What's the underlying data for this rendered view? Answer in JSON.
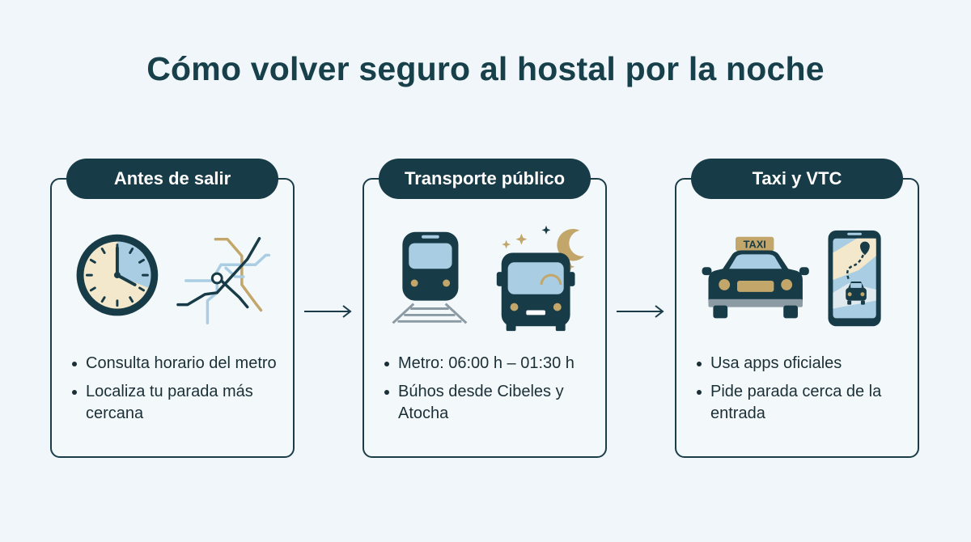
{
  "title": "Cómo volver seguro al hostal por la noche",
  "steps": [
    {
      "label": "Antes de salir",
      "bullets": [
        "Consulta horario del metro",
        "Localiza tu parada más cercana"
      ],
      "icons": [
        "clock-icon",
        "metro-map-icon"
      ]
    },
    {
      "label": "Transporte público",
      "bullets": [
        "Metro: 06:00 h – 01:30 h",
        "Búhos desde Cibeles y Atocha"
      ],
      "icons": [
        "metro-train-icon",
        "night-bus-icon"
      ]
    },
    {
      "label": "Taxi y VTC",
      "bullets": [
        "Usa apps oficiales",
        "Pide parada cerca de la entrada"
      ],
      "taxi_sign": "TAXI",
      "icons": [
        "taxi-icon",
        "phone-map-icon"
      ]
    }
  ],
  "colors": {
    "background": "#f0f6f9",
    "dark": "#173b47",
    "accent_gold": "#c2a66a",
    "accent_blue": "#a9cde3"
  }
}
